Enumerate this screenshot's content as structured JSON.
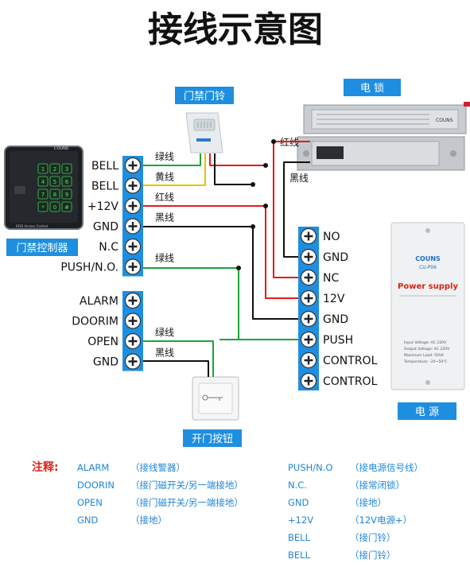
{
  "title": "接线示意图",
  "labels": {
    "doorbell": "门禁门铃",
    "lock": "电 锁",
    "controller": "门禁控制器",
    "power": "电 源",
    "button": "开门按钮"
  },
  "controller_device": {
    "brand": "COUNS",
    "caption": "RFID Access Control",
    "keys": [
      "1",
      "2",
      "3",
      "4",
      "5",
      "6",
      "7",
      "8",
      "9",
      "*",
      "0",
      "#"
    ]
  },
  "lock_device": {
    "brand": "COUNS"
  },
  "power_device": {
    "brand": "COUNS",
    "model": "CU-P06",
    "heading": "Power supply",
    "specs": [
      "Input Voltage: AC 220V",
      "Output Voltage: AC 220V",
      "Maximum Load: 50VA",
      "Temperature: -20~50℃"
    ]
  },
  "left_terminals": [
    {
      "label": "BELL",
      "wire": "绿线"
    },
    {
      "label": "BELL",
      "wire": "黄线"
    },
    {
      "label": "+12V",
      "wire": "红线"
    },
    {
      "label": "GND",
      "wire": "黑线"
    },
    {
      "label": "N.C",
      "wire": ""
    },
    {
      "label": "PUSH/N.O.",
      "wire": "绿线"
    }
  ],
  "left_terminals_2": [
    {
      "label": "ALARM",
      "wire": ""
    },
    {
      "label": "DOORIM",
      "wire": ""
    },
    {
      "label": "OPEN",
      "wire": "绿线"
    },
    {
      "label": "GND",
      "wire": "黑线"
    }
  ],
  "right_terminals": [
    "NO",
    "GND",
    "NC",
    "12V",
    "GND",
    "PUSH",
    "CONTROL",
    "CONTROL"
  ],
  "lock_wires": {
    "red": "红线",
    "black": "黑线"
  },
  "notes": {
    "title": "注释:",
    "left": [
      {
        "term": "ALARM",
        "desc": "（接线警器）"
      },
      {
        "term": "DOORIN",
        "desc": "（接门磁开关/另一端接地）"
      },
      {
        "term": "OPEN",
        "desc": "（接门磁开关/另一端接地）"
      },
      {
        "term": "GND",
        "desc": "（接地）"
      }
    ],
    "right": [
      {
        "term": "PUSH/N.O",
        "desc": "（接电源信号线）"
      },
      {
        "term": "N.C.",
        "desc": "（接常闭锁）"
      },
      {
        "term": "GND",
        "desc": "（接地）"
      },
      {
        "term": "+12V",
        "desc": "（12V电源+）"
      },
      {
        "term": "BELL",
        "desc": "（接门铃）"
      },
      {
        "term": "BELL",
        "desc": "（接门铃）"
      }
    ]
  },
  "colors": {
    "blue": "#1e8ee0",
    "red": "#e21b1b",
    "green": "#19a53a",
    "yellow": "#e8c200",
    "black": "#111111",
    "note": "#1f86d9"
  }
}
